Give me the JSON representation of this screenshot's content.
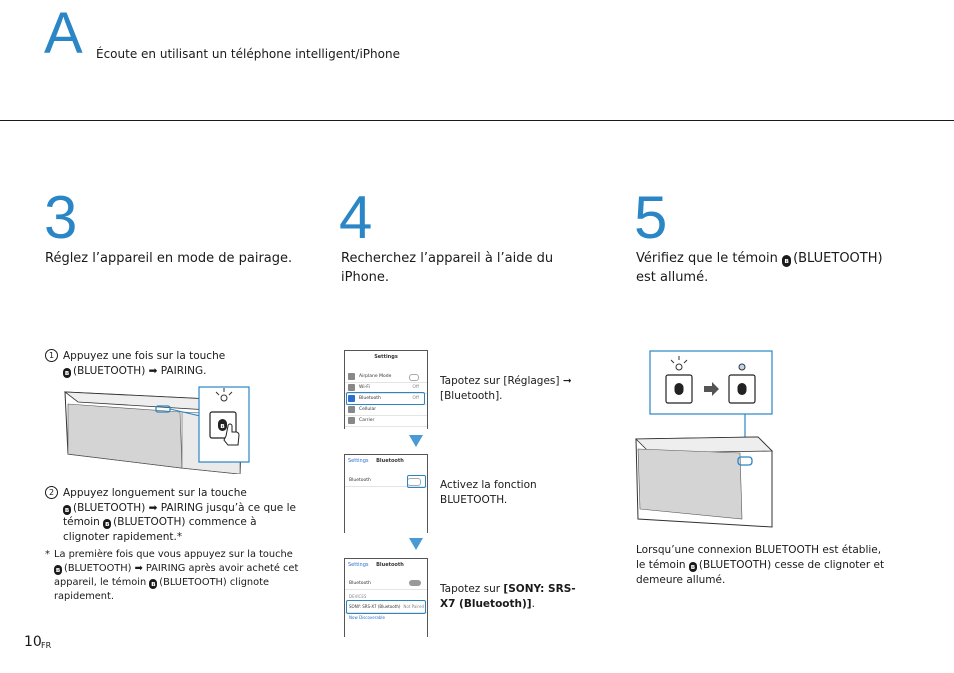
{
  "header": {
    "letter": "A",
    "title": "Écoute en utilisant un téléphone intelligent/iPhone"
  },
  "step3": {
    "number": "3",
    "heading": "Réglez l’appareil en mode de pairage.",
    "item1_num": "1",
    "item1_line1": "Appuyez une fois sur la touche",
    "item1_line2": "(BLUETOOTH) ➡ PAIRING.",
    "item2_num": "2",
    "item2_line1": "Appuyez longuement sur la touche",
    "item2_line2": "(BLUETOOTH) ➡ PAIRING jusqu’à ce que le",
    "item2_line3a": "témoin",
    "item2_line3b": "(BLUETOOTH) commence à",
    "item2_line4": "clignoter rapidement.*",
    "note_mark": "*",
    "note_line1": "La première fois que vous appuyez sur la touche",
    "note_line2": "(BLUETOOTH) ➡ PAIRING après avoir acheté cet",
    "note_line3a": "appareil, le témoin",
    "note_line3b": "(BLUETOOTH) clignote",
    "note_line4": "rapidement."
  },
  "step4": {
    "number": "4",
    "heading": "Recherchez l’appareil à l’aide du iPhone.",
    "phone1": {
      "title": "Settings",
      "rows": [
        {
          "label": "Airplane Mode",
          "value": ""
        },
        {
          "label": "Wi-Fi",
          "value": "Off"
        },
        {
          "label": "Bluetooth",
          "value": "Off"
        },
        {
          "label": "Cellular",
          "value": ""
        },
        {
          "label": "Carrier",
          "value": ""
        }
      ]
    },
    "caption1": "Tapotez sur [Réglages] ➞ [Bluetooth].",
    "phone2": {
      "back": "Settings",
      "title": "Bluetooth",
      "row": "Bluetooth"
    },
    "caption2": "Activez la fonction BLUETOOTH.",
    "phone3": {
      "back": "Settings",
      "title": "Bluetooth",
      "row": "Bluetooth",
      "section": "DEVICES",
      "device": "SONY: SRS-X7 (Bluetooth)",
      "device_status": "Not Paired",
      "discoverable": "Now Discoverable"
    },
    "caption3_prefix": "Tapotez sur",
    "caption3_bold": "[SONY: SRS-X7 (Bluetooth)]",
    "caption3_suffix": "."
  },
  "step5": {
    "number": "5",
    "heading_a": "Vérifiez que le témoin",
    "heading_b": "(BLUETOOTH) est allumé.",
    "caption_line1": "Lorsqu’une connexion BLUETOOTH est établie,",
    "caption_line2a": "le témoin",
    "caption_line2b": "(BLUETOOTH) cesse de clignoter et",
    "caption_line3": "demeure allumé."
  },
  "footer": {
    "page": "10",
    "lang": "FR"
  },
  "colors": {
    "accent": "#2a86c4",
    "text": "#1a1a1a"
  },
  "icons": [
    "bluetooth-icon",
    "arrow-right-icon",
    "arrow-down-icon",
    "hand-icon"
  ]
}
